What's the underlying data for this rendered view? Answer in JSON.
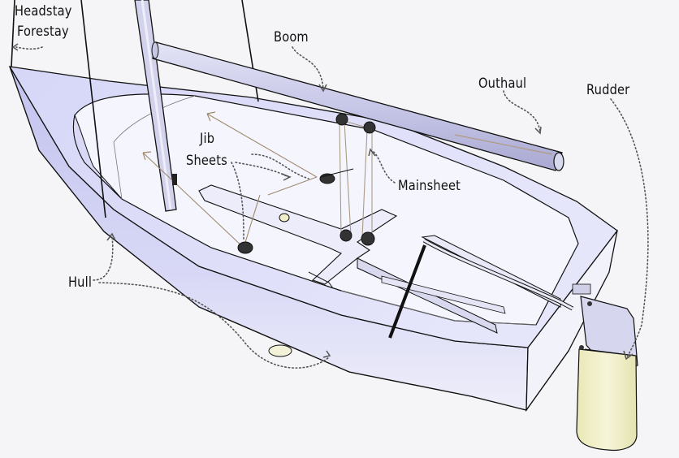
{
  "labels": {
    "headstay": "Headstay",
    "forestay": "Forestay",
    "boom": "Boom",
    "outhaul": "Outhaul",
    "rudder": "Rudder",
    "jib": "Jib",
    "sheets": "Sheets",
    "mainsheet": "Mainsheet",
    "hull": "Hull"
  },
  "colors": {
    "hull_side": "#c9c9f4",
    "hull_deck": "#e0e0fb",
    "interior": "#f3f3fd",
    "rudder_blade": "#f1f0c8",
    "outline": "#111111",
    "leader": "#555555",
    "jib_sheet": "#b09a80"
  }
}
